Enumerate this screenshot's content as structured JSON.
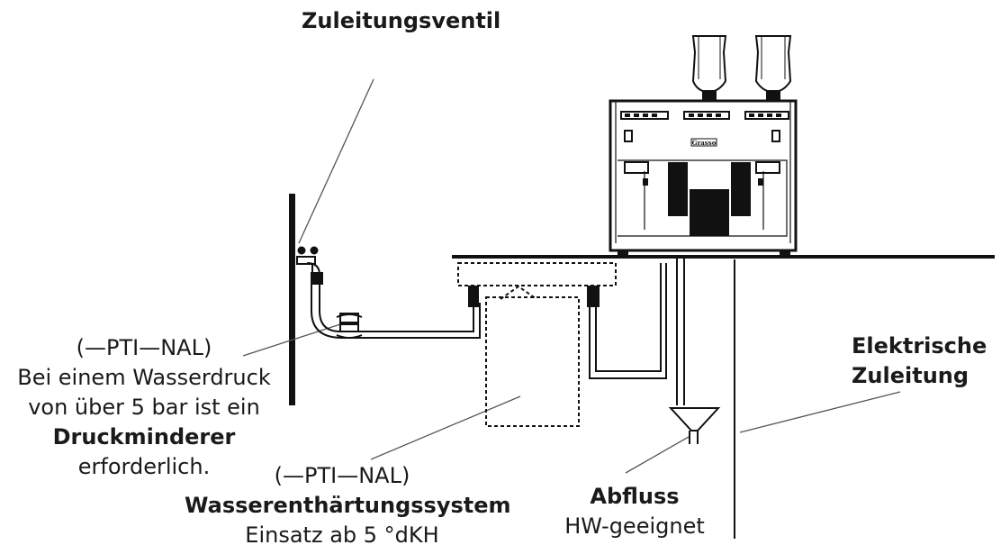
{
  "labels": {
    "valve_title": "Zuleitungsventil",
    "pressure": {
      "option": "(—PTI—NAL)",
      "line1": "Bei einem Wasserdruck",
      "line2": "von über 5 bar ist ein",
      "line3": "Druckminderer",
      "line4": "erforderlich."
    },
    "softener": {
      "option": "(—PTI—NAL)",
      "title": "Wasserenthärtungssystem",
      "note": "Einsatz ab 5 °dKH"
    },
    "drain": {
      "title": "Abfluss",
      "note": "HW-geeignet"
    },
    "electric": {
      "line1": "Elektrische",
      "line2": "Zuleitung"
    },
    "machine_brand": "Grasso"
  },
  "icons": [
    "coffee-machine-icon",
    "bean-hopper-icon",
    "valve-icon",
    "pressure-reducer-icon",
    "softener-tank-icon",
    "drain-funnel-icon",
    "power-cable-icon"
  ]
}
